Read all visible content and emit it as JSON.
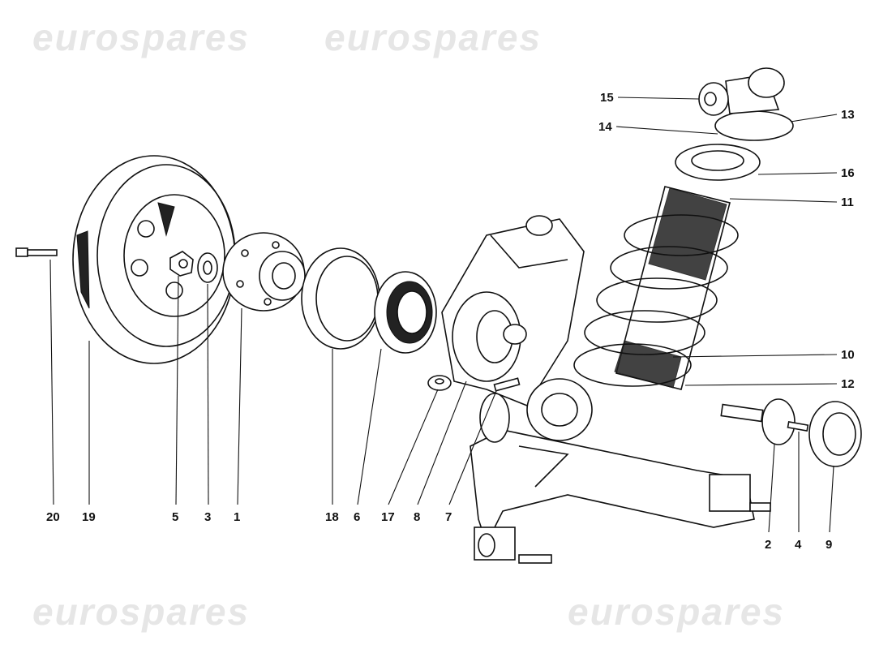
{
  "watermark": "eurospares",
  "callouts": [
    {
      "id": "15",
      "label": "15"
    },
    {
      "id": "14",
      "label": "14"
    },
    {
      "id": "13",
      "label": "13"
    },
    {
      "id": "16",
      "label": "16"
    },
    {
      "id": "11",
      "label": "11"
    },
    {
      "id": "10",
      "label": "10"
    },
    {
      "id": "12",
      "label": "12"
    },
    {
      "id": "20",
      "label": "20"
    },
    {
      "id": "19",
      "label": "19"
    },
    {
      "id": "5",
      "label": "5"
    },
    {
      "id": "3",
      "label": "3"
    },
    {
      "id": "1",
      "label": "1"
    },
    {
      "id": "18",
      "label": "18"
    },
    {
      "id": "6",
      "label": "6"
    },
    {
      "id": "17",
      "label": "17"
    },
    {
      "id": "8",
      "label": "8"
    },
    {
      "id": "7",
      "label": "7"
    },
    {
      "id": "2",
      "label": "2"
    },
    {
      "id": "4",
      "label": "4"
    },
    {
      "id": "9",
      "label": "9"
    }
  ]
}
